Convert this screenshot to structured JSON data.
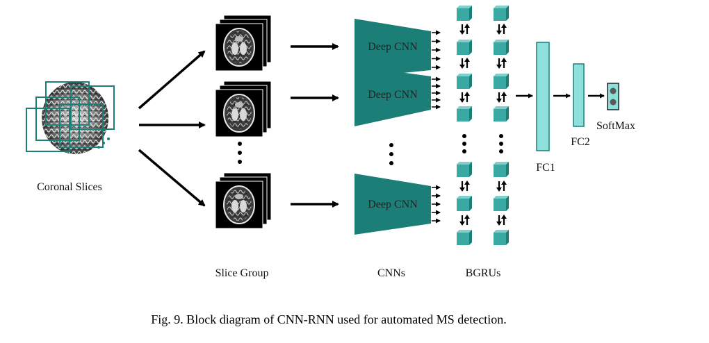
{
  "labels": {
    "coronal_slices": "Coronal Slices",
    "slice_group": "Slice Group",
    "cnns": "CNNs",
    "bgrus": "BGRUs",
    "fc1": "FC1",
    "fc2": "FC2",
    "softmax": "SoftMax"
  },
  "cnn_blocks": [
    {
      "label": "Deep CNN"
    },
    {
      "label": "Deep CNN"
    },
    {
      "label": "Deep CNN"
    }
  ],
  "caption": "Fig. 9. Block diagram of CNN-RNN used for automated MS detection.",
  "colors": {
    "teal": "#1b7f78",
    "teal_light": "#3aa9a3",
    "cyan": "#8ee0dc",
    "arrow": "#000000"
  },
  "icons": {
    "brain": "brain-scan-icon",
    "cube": "gru-cube-icon",
    "bidir": "bidirectional-arrow-icon"
  }
}
